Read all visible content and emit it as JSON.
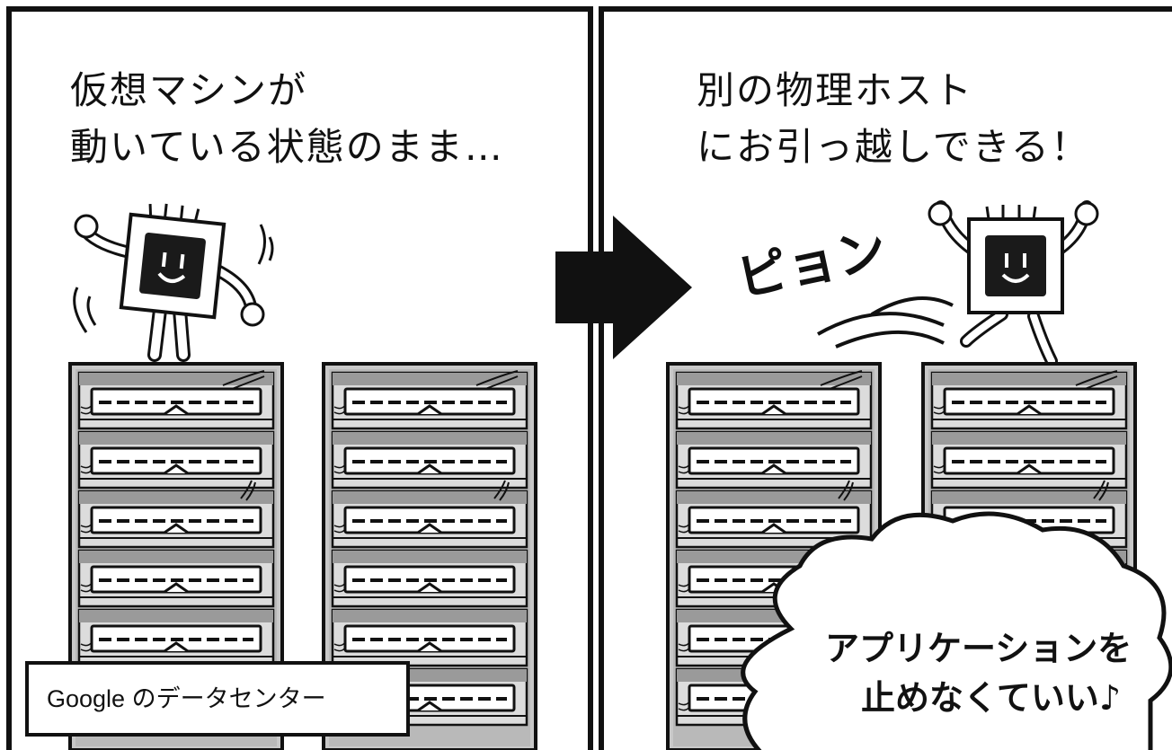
{
  "left_panel": {
    "caption_lines": [
      "仮想マシンが",
      "動いている状態のまま…"
    ],
    "label": "Google のデータセンター"
  },
  "right_panel": {
    "caption_lines": [
      "別の物理ホスト",
      "にお引っ越しできる！"
    ],
    "sound_effect": "ピョン",
    "bubble_lines": [
      "アプリケーションを",
      "止めなくていい♪"
    ]
  },
  "colors": {
    "ink": "#111111",
    "rack_gray": "#d4d4d4",
    "rack_dark": "#8a8a8a",
    "paper": "#ffffff"
  },
  "icons": [
    "right-arrow-icon",
    "vm-character-icon",
    "server-rack-icon",
    "cloud-bubble-icon"
  ]
}
